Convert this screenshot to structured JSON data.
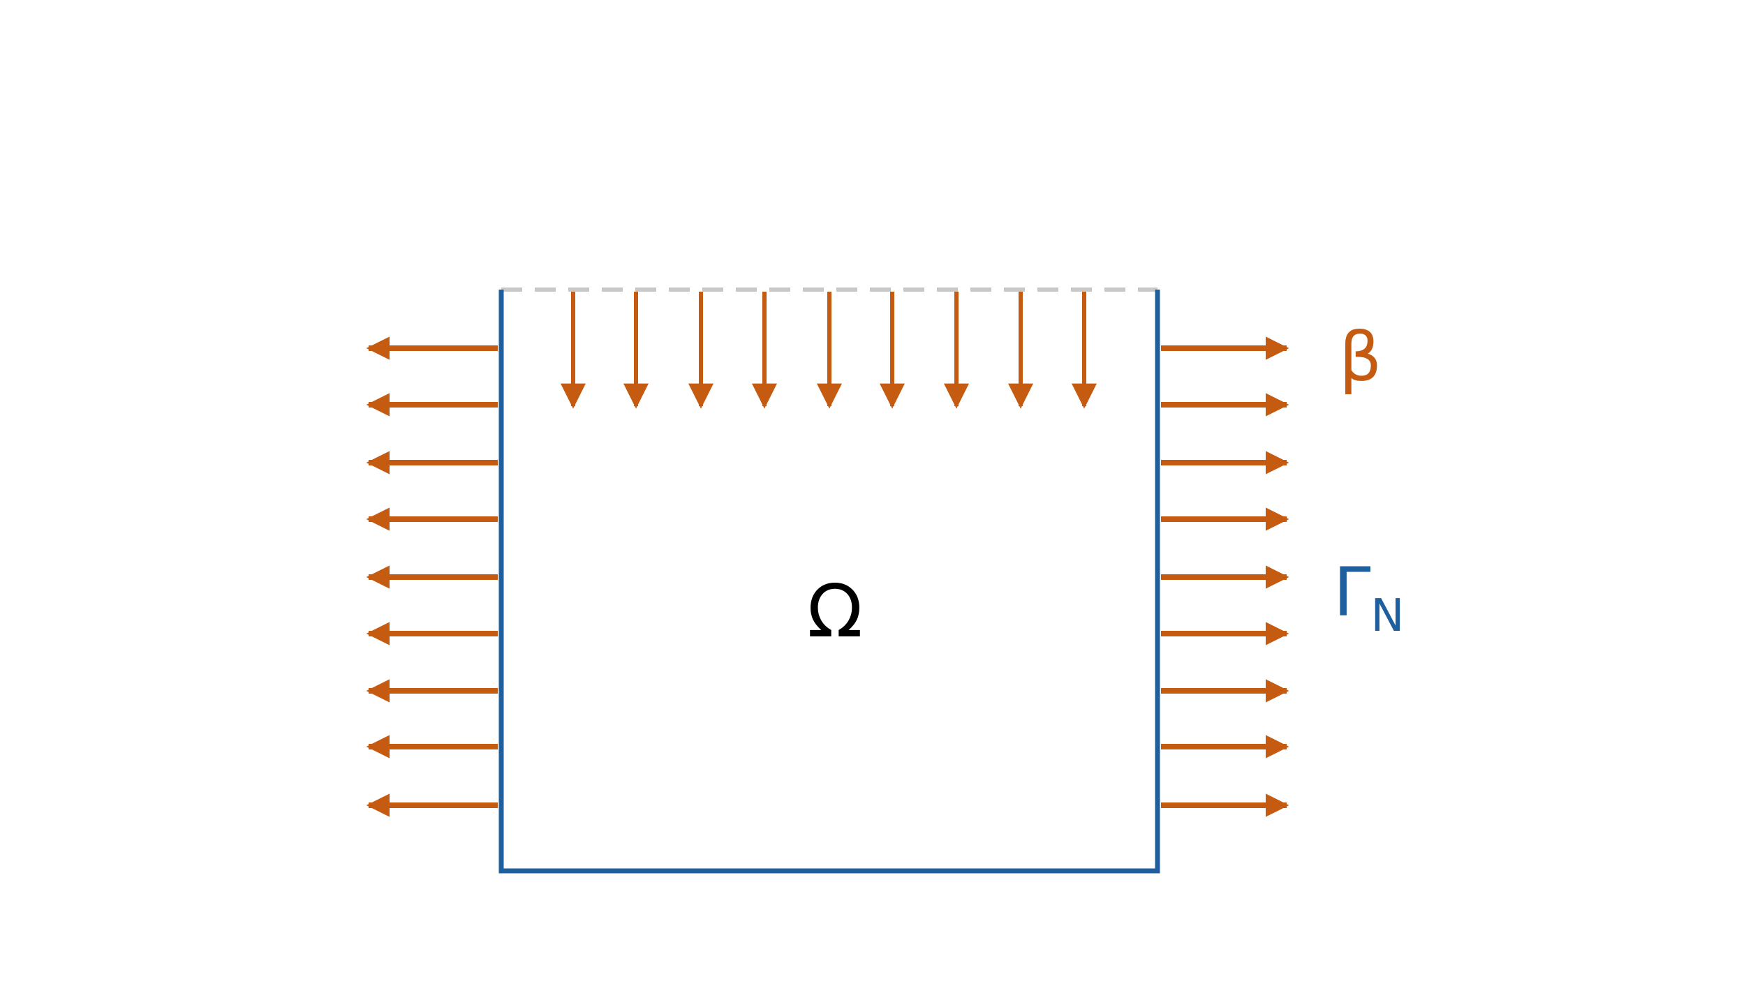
{
  "labels": {
    "domain": "Ω",
    "beta": "β",
    "gamma": "Γ",
    "gamma_subscript": "N"
  },
  "colors": {
    "boundary": "#1F5F9E",
    "arrows": "#C55A11",
    "dashed_edge": "#C8C8C8",
    "text": "#000000"
  }
}
